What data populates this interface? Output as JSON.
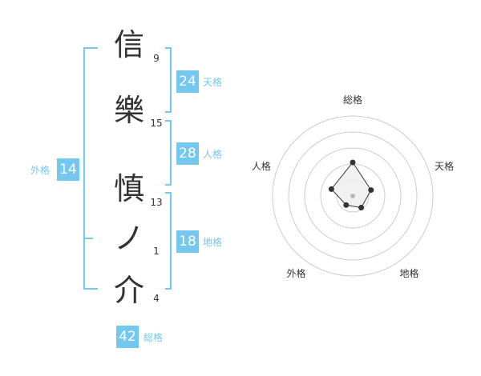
{
  "colors": {
    "accent": "#74c8ef",
    "text": "#333333",
    "grid": "#cccccc",
    "polygon_fill": "#eeeeee",
    "polygon_stroke": "#333333"
  },
  "name": {
    "characters": [
      {
        "char": "信",
        "strokes": "9"
      },
      {
        "char": "樂",
        "strokes": "15"
      },
      {
        "char": "慎",
        "strokes": "13"
      },
      {
        "char": "ノ",
        "strokes": "1"
      },
      {
        "char": "介",
        "strokes": "4"
      }
    ]
  },
  "fortunes": {
    "tenkaku": {
      "value": "24",
      "label": "天格"
    },
    "jinkaku": {
      "value": "28",
      "label": "人格"
    },
    "chikaku": {
      "value": "18",
      "label": "地格"
    },
    "gaikaku": {
      "value": "14",
      "label": "外格"
    },
    "soukaku": {
      "value": "42",
      "label": "総格"
    }
  },
  "chart_data": {
    "type": "radar",
    "axes": [
      "総格",
      "天格",
      "地格",
      "外格",
      "人格"
    ],
    "values": [
      42,
      24,
      18,
      14,
      28
    ],
    "range": [
      0,
      100
    ],
    "rings": 5
  }
}
